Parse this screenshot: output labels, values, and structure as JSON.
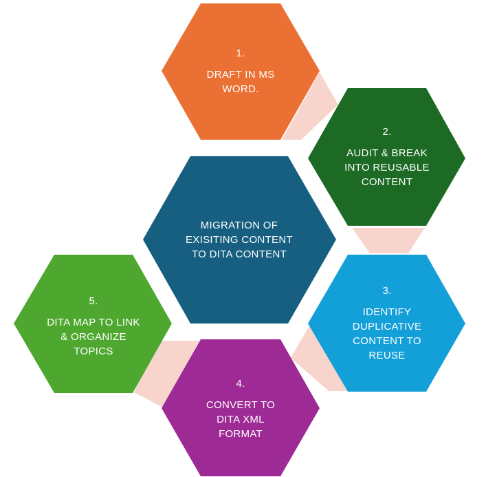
{
  "diagram": {
    "center": {
      "lines": [
        "MIGRATION OF",
        "EXISITING CONTENT",
        "TO DITA CONTENT"
      ],
      "color": "#175F80"
    },
    "steps": [
      {
        "number": "1.",
        "lines": [
          "DRAFT IN MS",
          "WORD."
        ],
        "color": "#EA7133"
      },
      {
        "number": "2.",
        "lines": [
          "AUDIT & BREAK",
          "INTO REUSABLE",
          "CONTENT"
        ],
        "color": "#1C6A24"
      },
      {
        "number": "3.",
        "lines": [
          "IDENTIFY",
          "DUPLICATIVE",
          "CONTENT TO",
          "REUSE"
        ],
        "color": "#139FD8"
      },
      {
        "number": "4.",
        "lines": [
          "CONVERT TO",
          "DITA XML",
          "FORMAT"
        ],
        "color": "#9E2A95"
      },
      {
        "number": "5.",
        "lines": [
          "DITA MAP TO LINK",
          "& ORGANIZE",
          "TOPICS"
        ],
        "color": "#4EA82F"
      }
    ],
    "connector_color": "#F7D5CC"
  }
}
